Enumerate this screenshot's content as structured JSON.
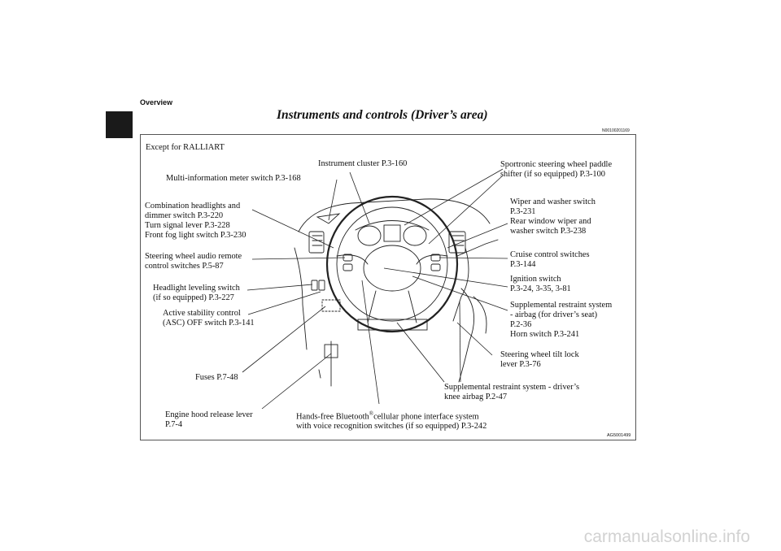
{
  "header": {
    "section": "Overview",
    "title": "Instruments and controls (Driver’s area)",
    "code": "N00100201169"
  },
  "figure": {
    "variant_note": "Except for RALLIART",
    "code": "AG5001499",
    "labels": {
      "instrument_cluster": "Instrument cluster P.3-160",
      "multi_info": "Multi-information meter switch P.3-168",
      "sportronic": "Sportronic steering wheel paddle\nshifter (if so equipped) P.3-100",
      "combination": "Combination headlights and\ndimmer switch P.3-220\nTurn signal lever P.3-228\nFront fog light switch P.3-230",
      "wiper": "Wiper and washer switch\nP.3-231\nRear window wiper and\nwasher switch P.3-238",
      "steering_audio": "Steering wheel audio remote\ncontrol switches P.5-87",
      "cruise": "Cruise control switches\nP.3-144",
      "headlight_leveling": "Headlight leveling switch\n(if so equipped) P.3-227",
      "ignition": "Ignition switch\nP.3-24, 3-35, 3-81",
      "asc": "Active stability control\n(ASC) OFF switch P.3-141",
      "srs_airbag": "Supplemental restraint system\n- airbag (for driver’s seat)\nP.2-36\nHorn switch P.3-241",
      "tilt_lock": "Steering wheel tilt lock\nlever P.3-76",
      "fuses": "Fuses P.7-48",
      "knee_airbag": "Supplemental restraint system - driver’s\nknee airbag P.2-47",
      "hood_release": "Engine hood release lever\nP.7-4",
      "bluetooth_a": "Hands-free Bluetooth",
      "bluetooth_sup": "®",
      "bluetooth_b": "cellular phone interface system\nwith voice recognition switches (if so equipped) P.3-242"
    }
  },
  "watermark": "carmanualsonline.info"
}
